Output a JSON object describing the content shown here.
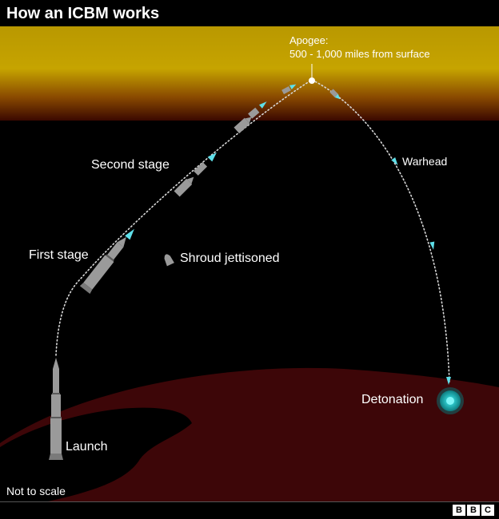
{
  "title": "How an ICBM works",
  "labels": {
    "apogee_line1": "Apogee:",
    "apogee_line2": "500 - 1,000 miles from surface",
    "second_stage": "Second stage",
    "first_stage": "First stage",
    "shroud": "Shroud jettisoned",
    "warhead": "Warhead",
    "detonation": "Detonation",
    "launch": "Launch"
  },
  "footer": {
    "note": "Not to scale",
    "logo": [
      "B",
      "B",
      "C"
    ]
  },
  "colors": {
    "background": "#000000",
    "atmosphere_top": "#c8a600",
    "atmosphere_bottom": "#5a1000",
    "earth": "#3d0608",
    "rocket": "#9a9a9a",
    "thrust": "#5fe0ea",
    "detonation_outer": "#1fa6a8",
    "detonation_inner": "#6ff3f5"
  },
  "icons": {
    "rocket": "rocket-icon",
    "thrust": "thrust-flame-icon",
    "shroud": "shroud-icon",
    "detonation": "detonation-icon",
    "apogee": "apogee-marker-icon"
  }
}
